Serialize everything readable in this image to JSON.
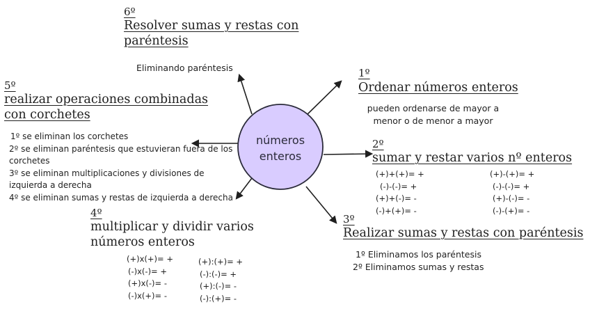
{
  "center": {
    "line1": "números",
    "line2": "enteros"
  },
  "nodes": {
    "n1": {
      "number": "1º",
      "title": "Ordenar números enteros",
      "notes": [
        "pueden ordenarse de mayor a",
        "menor o de menor a mayor"
      ]
    },
    "n2": {
      "number": "2º",
      "title": "sumar y restar varios nº enteros",
      "col1": [
        "(+)+(+)= +",
        "(-)-(-)= +",
        "(+)+(-)= -",
        "(-)+(+)= -"
      ],
      "col2": [
        "(+)-(+)= +",
        "(-)-(-)= +",
        "(+)-(-)= -",
        "(-)-(+)= -"
      ]
    },
    "n3": {
      "number": "3º",
      "title": "Realizar sumas y restas con paréntesis",
      "notes": [
        "1º Eliminamos los paréntesis",
        "2º Eliminamos sumas y restas"
      ]
    },
    "n4": {
      "number": "4º",
      "title_line1": "multiplicar y dividir varios",
      "title_line2": "números enteros",
      "col1": [
        "(+)x(+)= +",
        "(-)x(-)= +",
        "(+)x(-)= -",
        "(-)x(+)= -"
      ],
      "col2": [
        "(+):(+)= +",
        "(-):(-)= +",
        "(+):(-)= -",
        "(-):(+)= -"
      ]
    },
    "n5": {
      "number": "5º",
      "title_line1": "realizar operaciones combinadas",
      "title_line2": "con corchetes",
      "notes": [
        "1º se eliminan los corchetes",
        "2º se eliminan paréntesis que estuvieran fuera de los",
        "corchetes",
        "3º se eliminan multiplicaciones y divisiones de",
        "izquierda a derecha",
        "4º se eliminan sumas y restas de izquierda a derecha"
      ]
    },
    "n6": {
      "number": "6º",
      "title_line1": "Resolver sumas y restas con",
      "title_line2": "paréntesis",
      "notes": [
        "Eliminando paréntesis"
      ]
    }
  },
  "colors": {
    "circle_fill": "#d9ccff",
    "circle_stroke": "#2b2b3a",
    "arrow": "#1f1f1f"
  }
}
